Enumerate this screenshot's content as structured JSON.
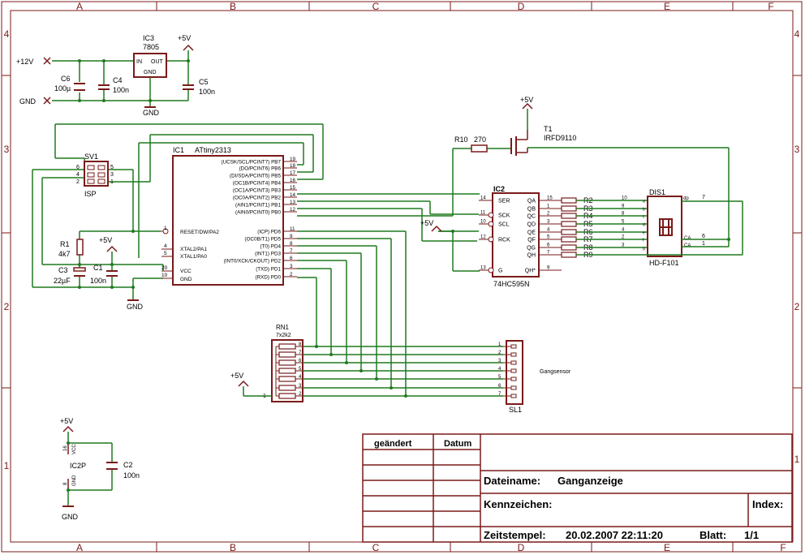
{
  "colors": {
    "frame": "#7a1a1a",
    "wire": "#1f7a1f",
    "text": "#000000",
    "junction": "#1f7a1f",
    "background": "#ffffff"
  },
  "frame": {
    "columns": [
      "A",
      "B",
      "C",
      "D",
      "E",
      "F"
    ],
    "rows": [
      "4",
      "3",
      "2",
      "1"
    ]
  },
  "power": {
    "v12": "+12V",
    "gnd": "GND",
    "v5": "+5V",
    "gnd_label": "GND"
  },
  "ic3": {
    "name": "IC3",
    "value": "7805",
    "pin_in": "IN",
    "pin_out": "OUT",
    "pin_gnd": "GND"
  },
  "caps": {
    "c6": {
      "name": "C6",
      "value": "100µ"
    },
    "c4": {
      "name": "C4",
      "value": "100n"
    },
    "c5": {
      "name": "C5",
      "value": "100n"
    },
    "c3": {
      "name": "C3",
      "value": "22µF"
    },
    "c1": {
      "name": "C1",
      "value": "100n"
    },
    "c2": {
      "name": "C2",
      "value": "100n"
    }
  },
  "r1": {
    "name": "R1",
    "value": "4k7"
  },
  "sv1": {
    "name": "SV1",
    "label": "ISP",
    "pins_left": [
      "6",
      "4",
      "2"
    ],
    "pins_right": [
      "5",
      "3",
      "1"
    ]
  },
  "ic1": {
    "name": "IC1",
    "value": "ATtiny2313",
    "right_pins": [
      {
        "label": "(UCSK/SCL/PCINT7) PB7",
        "num": "19"
      },
      {
        "label": "(DO/PCINT6) PB6",
        "num": "18"
      },
      {
        "label": "(DI/SDA/PCINT5) PB5",
        "num": "17"
      },
      {
        "label": "(OC1B/PCINT4) PB4",
        "num": "16"
      },
      {
        "label": "(OC1A/PCINT3) PB3",
        "num": "15"
      },
      {
        "label": "(OC0A/PCINT2) PB2",
        "num": "14"
      },
      {
        "label": "(AIN1/PCINT1) PB1",
        "num": "13"
      },
      {
        "label": "(AIN0/PCINT0) PB0",
        "num": "12"
      },
      {
        "label": "(ICP) PD6",
        "num": "11"
      },
      {
        "label": "(OC0B/T1) PD5",
        "num": "9"
      },
      {
        "label": "(T0) PD4",
        "num": "8"
      },
      {
        "label": "(INT1) PD3",
        "num": "7"
      },
      {
        "label": "(INT0/XCK/CKOUT) PD2",
        "num": "6"
      },
      {
        "label": "(TXD) PD1",
        "num": "3"
      },
      {
        "label": "(RXD) PD0",
        "num": "2"
      }
    ],
    "left_pins": [
      {
        "label": "RESET/DW/PA2",
        "num": "1"
      },
      {
        "label": "XTAL2/PA1",
        "num": "4"
      },
      {
        "label": "XTAL1/PA0",
        "num": "5"
      },
      {
        "label": "VCC",
        "num": "20"
      },
      {
        "label": "GND",
        "num": "10"
      }
    ]
  },
  "ic2": {
    "name": "IC2",
    "value": "74HC595N",
    "left_pins": [
      {
        "label": "SER",
        "num": "14"
      },
      {
        "label": "SCK",
        "num": "11"
      },
      {
        "label": "SCL",
        "num": "10"
      },
      {
        "label": "RCK",
        "num": "12"
      },
      {
        "label": "G",
        "num": "13"
      }
    ],
    "right_pins": [
      {
        "label": "QA",
        "num": "15"
      },
      {
        "label": "QB",
        "num": "1"
      },
      {
        "label": "QC",
        "num": "2"
      },
      {
        "label": "QD",
        "num": "3"
      },
      {
        "label": "QE",
        "num": "4"
      },
      {
        "label": "QF",
        "num": "5"
      },
      {
        "label": "QG",
        "num": "6"
      },
      {
        "label": "QH",
        "num": "7"
      },
      {
        "label": "QH*",
        "num": "9"
      }
    ]
  },
  "resistors_out": [
    "R2",
    "R3",
    "R4",
    "R5",
    "R6",
    "R7",
    "R8",
    "R9"
  ],
  "r10": {
    "name": "R10",
    "value": "270"
  },
  "t1": {
    "name": "T1",
    "value": "IRFD9110"
  },
  "dis1": {
    "name": "DIS1",
    "value": "HD-F101",
    "pin_nums": [
      "10",
      "9",
      "8",
      "5",
      "4",
      "2",
      "3"
    ],
    "seg_letters": [
      "a",
      "b",
      "c",
      "d",
      "e",
      "f",
      "g"
    ],
    "dp": "dp",
    "dp_num": "7",
    "ca": "CA",
    "ca_nums": [
      "6",
      "1"
    ]
  },
  "rn1": {
    "name": "RN1",
    "value": "7x2k2",
    "pin1": "1",
    "pin_nums": [
      "8",
      "7",
      "6",
      "5",
      "4",
      "3",
      "2"
    ]
  },
  "sl1": {
    "name": "SL1",
    "label": "Gangsensor",
    "pin_nums": [
      "1",
      "2",
      "3",
      "4",
      "5",
      "6",
      "7"
    ]
  },
  "ic2p": {
    "name": "IC2P",
    "vcc": "VCC",
    "gnd": "GND",
    "vcc_num": "16",
    "gnd_num": "8"
  },
  "title_block": {
    "changed": "geändert",
    "date": "Datum",
    "filename_label": "Dateiname:",
    "filename": "Ganganzeige",
    "code_label": "Kennzeichen:",
    "index_label": "Index:",
    "timestamp_label": "Zeitstempel:",
    "timestamp": "20.02.2007  22:11:20",
    "sheet_label": "Blatt:",
    "sheet": "1/1"
  }
}
